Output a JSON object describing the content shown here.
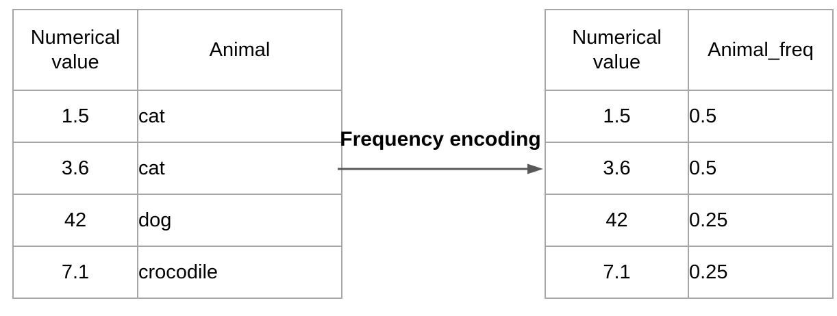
{
  "transform": {
    "label": "Frequency encoding"
  },
  "input_table": {
    "headers": [
      "Numerical value",
      "Animal"
    ],
    "rows": [
      {
        "numerical_value": "1.5",
        "animal": "cat"
      },
      {
        "numerical_value": "3.6",
        "animal": "cat"
      },
      {
        "numerical_value": "42",
        "animal": "dog"
      },
      {
        "numerical_value": "7.1",
        "animal": "crocodile"
      }
    ]
  },
  "output_table": {
    "headers": [
      "Numerical value",
      "Animal_freq"
    ],
    "rows": [
      {
        "numerical_value": "1.5",
        "animal_freq": "0.5"
      },
      {
        "numerical_value": "3.6",
        "animal_freq": "0.5"
      },
      {
        "numerical_value": "42",
        "animal_freq": "0.25"
      },
      {
        "numerical_value": "7.1",
        "animal_freq": "0.25"
      }
    ]
  },
  "colors": {
    "background": "#ffffff",
    "table_border": "#a6a6a6",
    "arrow": "#595959",
    "text": "#000000"
  }
}
